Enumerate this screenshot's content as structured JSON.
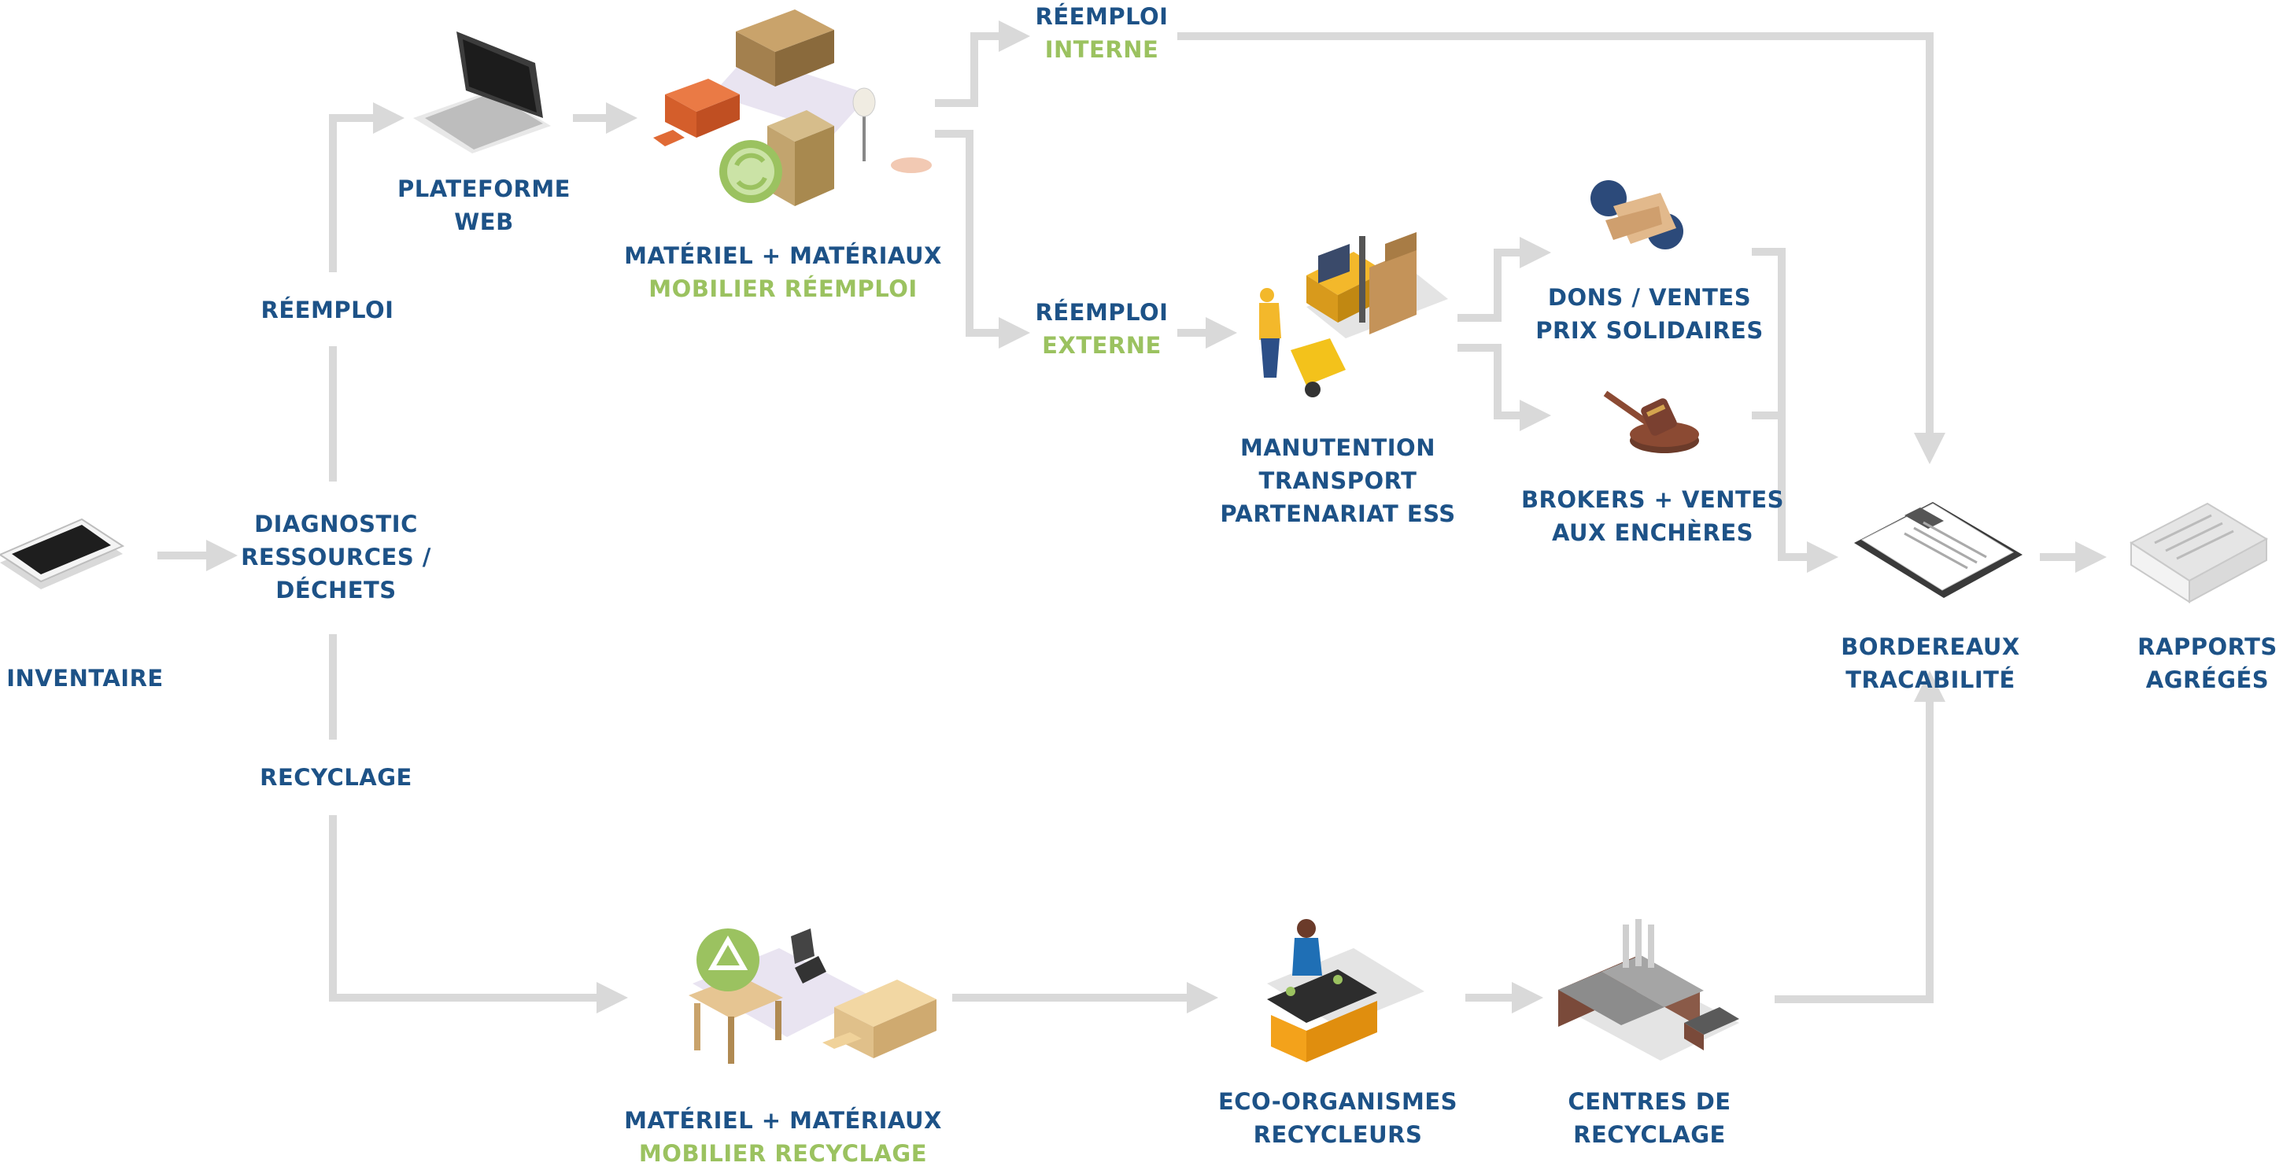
{
  "colors": {
    "label_blue": "#1d5287",
    "label_green": "#9bc260",
    "arrow_gray": "#d9d9d9"
  },
  "labels": {
    "inventaire": "INVENTAIRE",
    "diagnostic": [
      "DIAGNOSTIC",
      "RESSOURCES /",
      "DÉCHETS"
    ],
    "reemploi_branch": "RÉEMPLOI",
    "recyclage_branch": "RECYCLAGE",
    "plateforme": [
      "PLATEFORME",
      "WEB"
    ],
    "materiel_reemploi": {
      "line1": "MATÉRIEL + MATÉRIAUX",
      "line2": "MOBILIER RÉEMPLOI"
    },
    "reemploi_interne": {
      "line1": "RÉEMPLOI",
      "line2": "INTERNE"
    },
    "reemploi_externe": {
      "line1": "RÉEMPLOI",
      "line2": "EXTERNE"
    },
    "manutention": [
      "MANUTENTION",
      "TRANSPORT",
      "PARTENARIAT ESS"
    ],
    "dons": [
      "DONS / VENTES",
      "PRIX SOLIDAIRES"
    ],
    "brokers": [
      "BROKERS + VENTES",
      "AUX ENCHÈRES"
    ],
    "bordereaux": [
      "BORDEREAUX",
      "TRACABILITÉ"
    ],
    "rapports": [
      "RAPPORTS",
      "AGRÉGÉS"
    ],
    "materiel_recyclage": {
      "line1": "MATÉRIEL + MATÉRIAUX",
      "line2": "MOBILIER RECYCLAGE"
    },
    "eco": [
      "ECO-ORGANISMES",
      "RECYCLEURS"
    ],
    "centres": [
      "CENTRES DE",
      "RECYCLAGE"
    ]
  },
  "icons": [
    "tablet-icon",
    "laptop-icon",
    "furniture-reuse-icon",
    "recycle-arrows-icon",
    "forklift-worker-icon",
    "handshake-icon",
    "gavel-icon",
    "clipboard-icon",
    "reports-icon",
    "furniture-recycle-icon",
    "recycle-symbol-icon",
    "sorting-worker-icon",
    "factory-icon"
  ]
}
